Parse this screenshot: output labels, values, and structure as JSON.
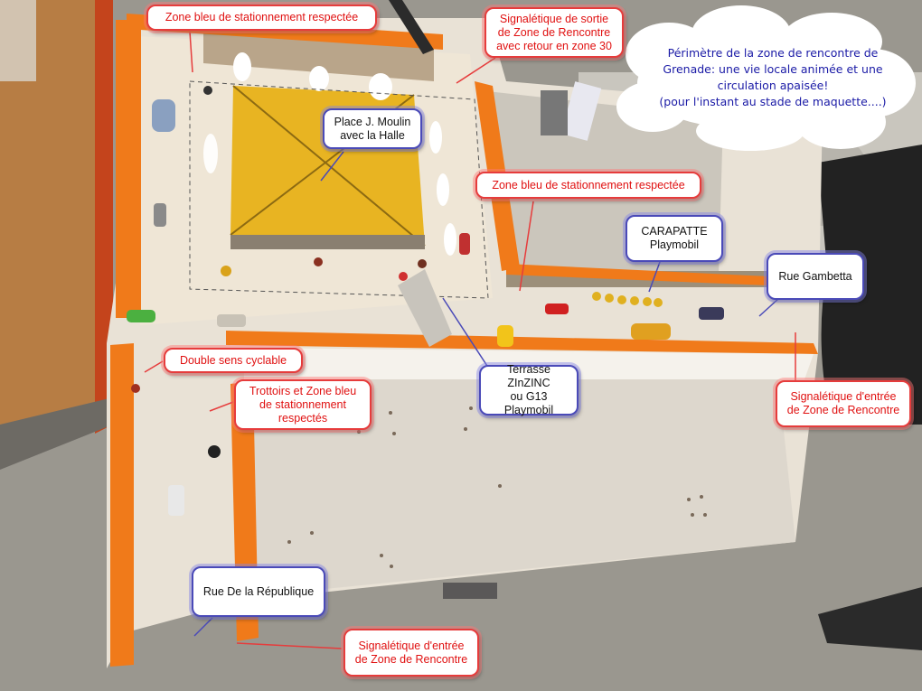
{
  "photo": {
    "subject": "tabletop model of a street block with a yellow-roofed market hall, orange curbs and toy figures"
  },
  "callouts": {
    "zone_bleu_top": "Zone bleu de stationnement respectée",
    "signaletique_sortie": "Signalétique de sortie\nde Zone de Rencontre\navec retour en zone 30",
    "place_moulin": "Place J. Moulin\navec la Halle",
    "zone_bleu_mid": "Zone bleu de stationnement respectée",
    "carapatte": "CARAPATTE\nPlaymobil",
    "rue_gambetta": "Rue Gambetta",
    "double_sens": "Double sens cyclable",
    "trottoirs": "Trottoirs et Zone bleu\nde stationnement\nrespectés",
    "terrasse": "Terrasse ZInZINC\nou G13 Playmobil",
    "signaletique_entree_right": "Signalétique d'entrée\nde Zone de Rencontre",
    "rue_republique": "Rue De la République",
    "signaletique_entree_bottom": "Signalétique d'entrée\nde Zone de Rencontre"
  },
  "cloud": {
    "text": "Périmètre de la zone de rencontre de\nGrenade: une vie locale animée et une\ncirculation apaisée!\n(pour l'instant au stade de maquette....)"
  },
  "colors": {
    "callout_red": "#e01010",
    "callout_blue": "#4a4ab8",
    "cloud_text": "#1a1aa6",
    "curb_orange": "#f07a1a",
    "hall_yellow": "#e8b422"
  }
}
